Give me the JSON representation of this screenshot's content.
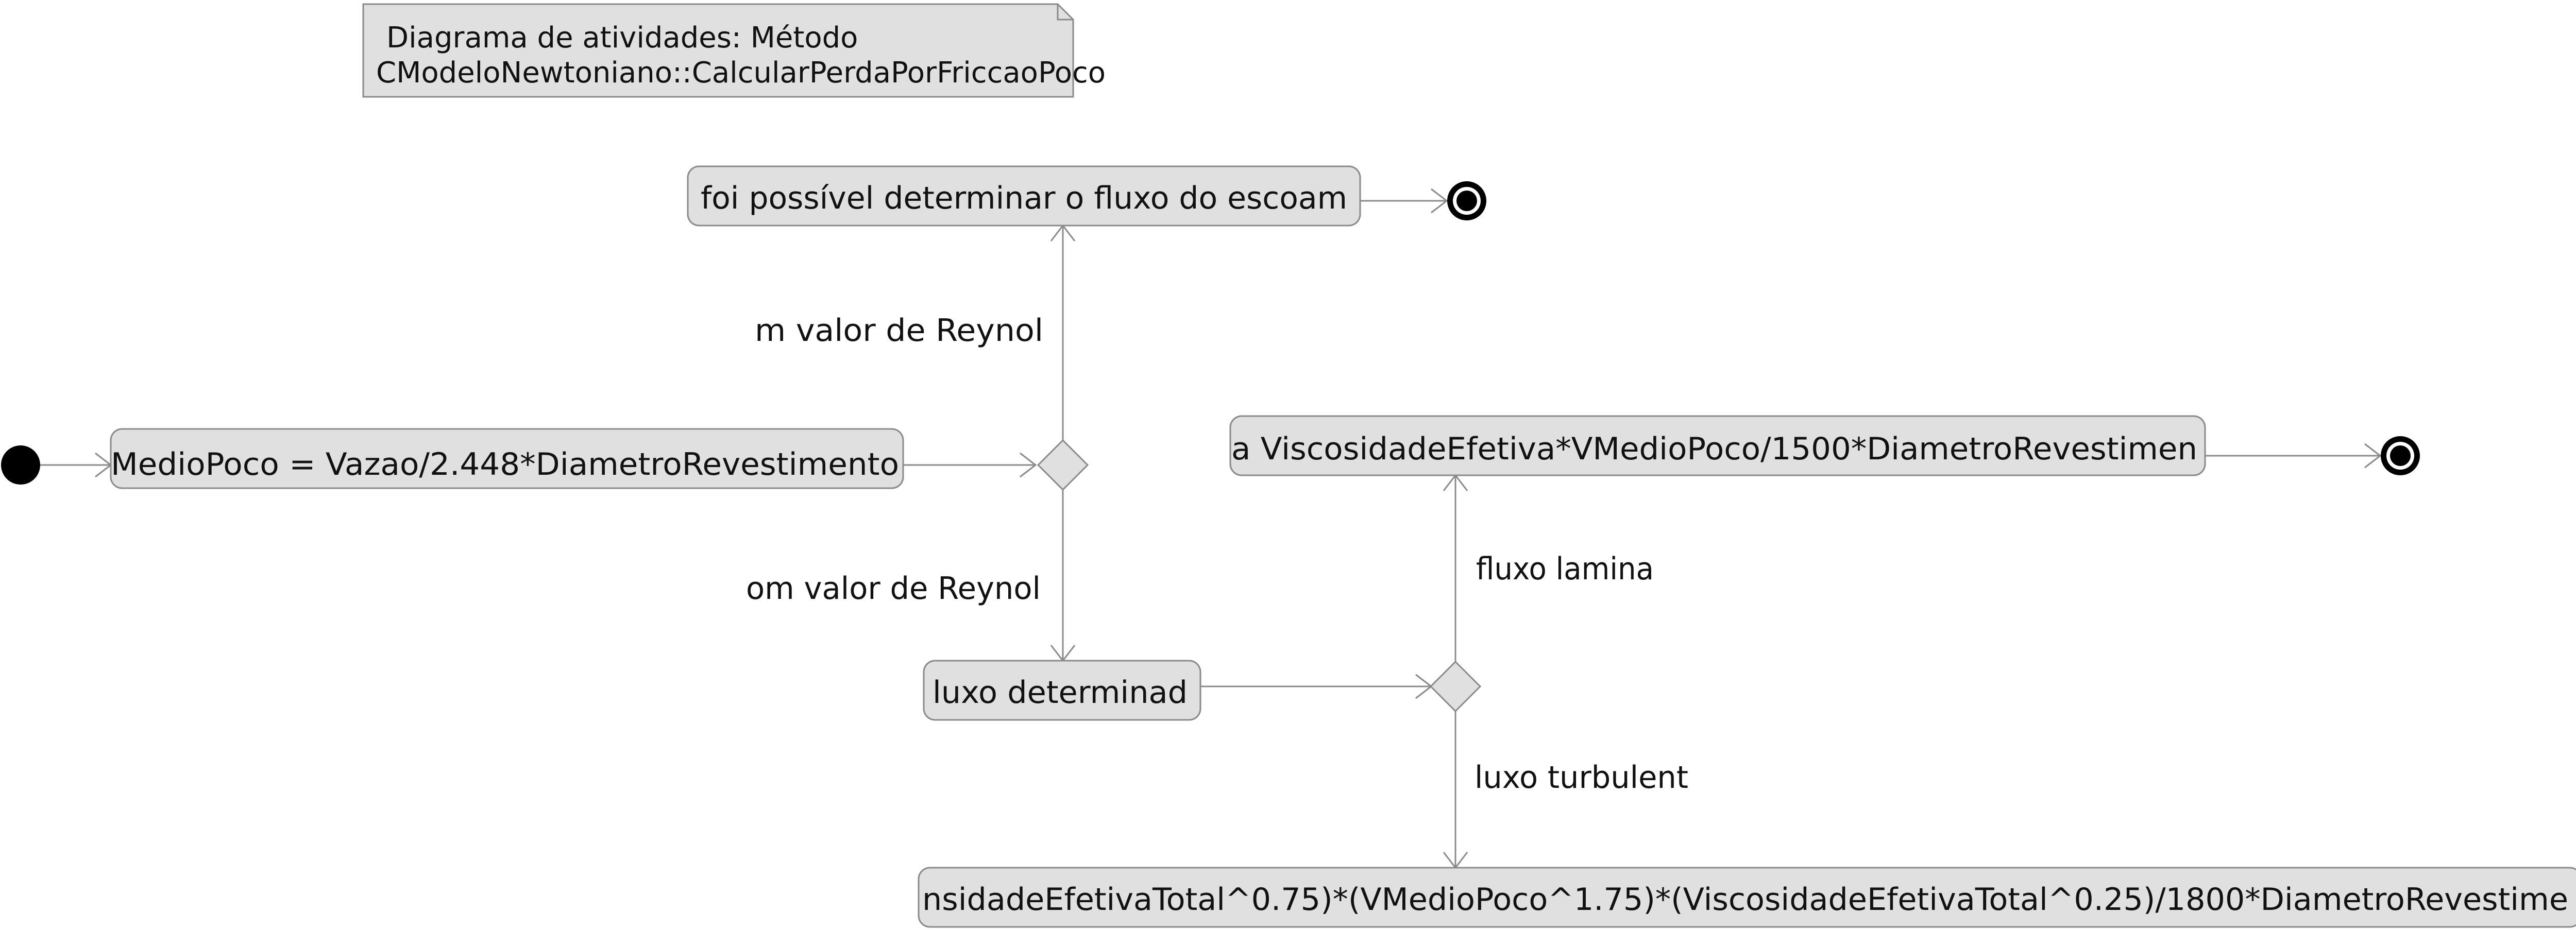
{
  "note": {
    "line1": "Diagrama de atividades: Método",
    "line2": "CModeloNewtoniano::CalcularPerdaPorFriccaoPoco"
  },
  "activities": {
    "compute_vmedio": "MedioPoco = Vazao/2.448*DiametroRevestimento",
    "flow_undetermined": "foi possível determinar o fluxo do escoam",
    "flow_determined": "luxo determinad",
    "laminar_formula": "a ViscosidadeEfetiva*VMedioPoco/1500*DiametroRevestimen",
    "turbulent_formula": "nsidadeEfetivaTotal^0.75)*(VMedioPoco^1.75)*(ViscosidadeEfetivaTotal^0.25)/1800*DiametroRevestime"
  },
  "guards": {
    "reynolds_up": "m valor de Reynol",
    "reynolds_down": "om valor de Reynol",
    "laminar": "fluxo lamina",
    "turbulent": "luxo turbulent"
  },
  "colors": {
    "box_fill": "#e0e0e0",
    "box_stroke": "#8a8a8a",
    "line": "#8a8a8a",
    "node_black": "#000000"
  }
}
